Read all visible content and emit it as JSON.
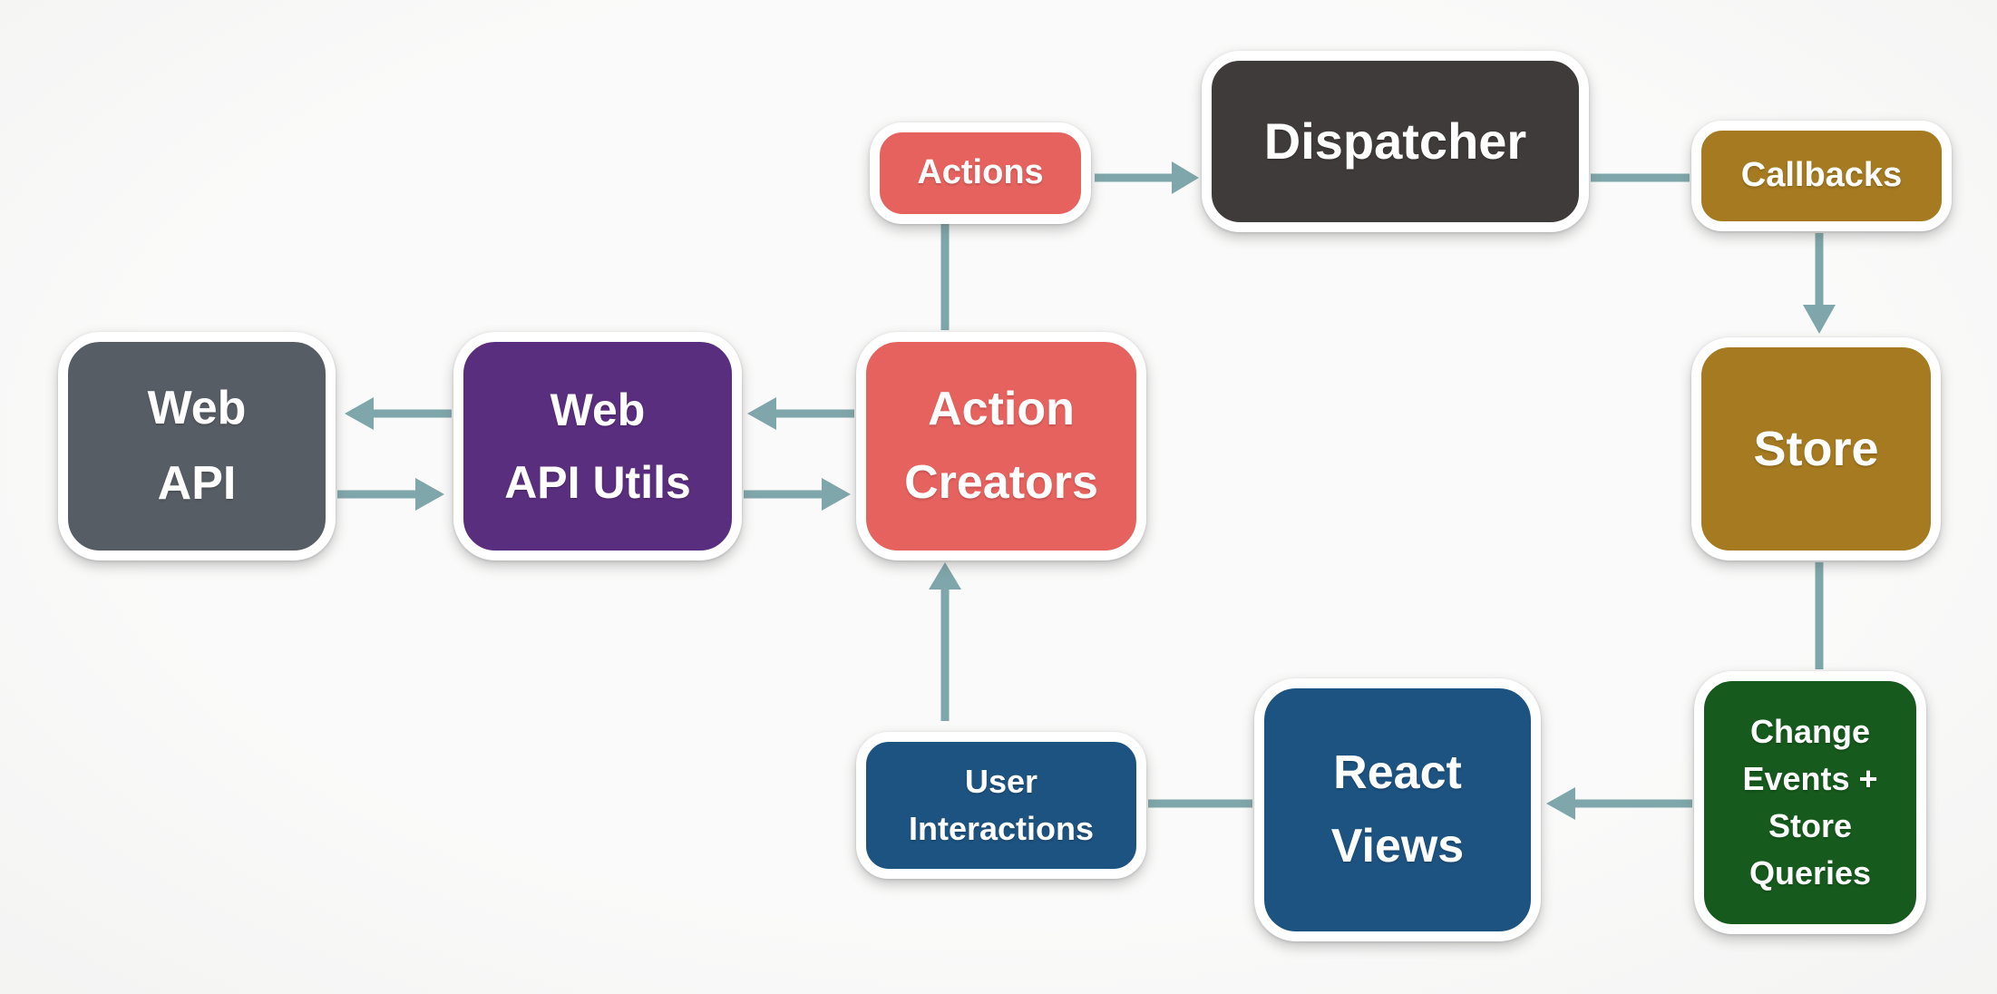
{
  "diagram": {
    "nodes": {
      "web_api": {
        "label": "Web\nAPI",
        "color": "#575d64"
      },
      "web_api_utils": {
        "label": "Web\nAPI Utils",
        "color": "#5a2e7e"
      },
      "action_creators": {
        "label": "Action\nCreators",
        "color": "#e6625e"
      },
      "actions": {
        "label": "Actions",
        "color": "#e6625e"
      },
      "dispatcher": {
        "label": "Dispatcher",
        "color": "#3f3b3a"
      },
      "callbacks": {
        "label": "Callbacks",
        "color": "#a57a21"
      },
      "store": {
        "label": "Store",
        "color": "#a57a21"
      },
      "change_events": {
        "label": "Change\nEvents +\nStore\nQueries",
        "color": "#165a1d"
      },
      "react_views": {
        "label": "React\nViews",
        "color": "#1d5381"
      },
      "user_interactions": {
        "label": "User\nInteractions",
        "color": "#1d5381"
      }
    },
    "colors": {
      "arrow": "#7fa7ab",
      "bg": "#f4f4f3",
      "border": "#ffffff",
      "text": "#ffffff"
    },
    "edges": [
      {
        "from": "action_creators",
        "to": "actions",
        "arrowhead": false
      },
      {
        "from": "actions",
        "to": "dispatcher",
        "arrowhead": true
      },
      {
        "from": "dispatcher",
        "to": "callbacks",
        "arrowhead": false
      },
      {
        "from": "callbacks",
        "to": "store",
        "arrowhead": true
      },
      {
        "from": "store",
        "to": "change_events",
        "arrowhead": false
      },
      {
        "from": "change_events",
        "to": "react_views",
        "arrowhead": true
      },
      {
        "from": "react_views",
        "to": "user_interactions",
        "arrowhead": false
      },
      {
        "from": "user_interactions",
        "to": "action_creators",
        "arrowhead": true
      },
      {
        "from": "action_creators",
        "to": "web_api_utils",
        "arrowhead": true
      },
      {
        "from": "web_api_utils",
        "to": "action_creators",
        "arrowhead": true
      },
      {
        "from": "web_api_utils",
        "to": "web_api",
        "arrowhead": true
      },
      {
        "from": "web_api",
        "to": "web_api_utils",
        "arrowhead": true
      }
    ]
  }
}
